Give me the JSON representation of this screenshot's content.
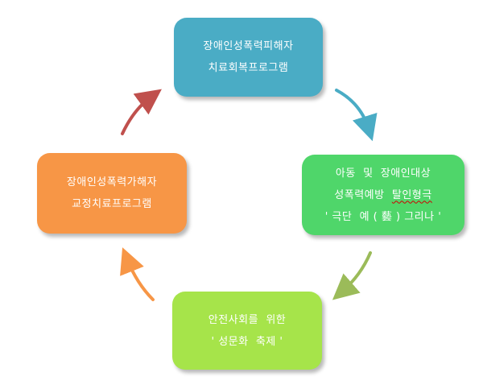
{
  "nodes": {
    "top": {
      "line1": "장애인성폭력피해자",
      "line2": "치료회복프로그램"
    },
    "right": {
      "line1": "아동  및  장애인대상",
      "line2a": "성폭력예방  ",
      "line2b": "탈인형극",
      "line3": "' 극단  예 ( 藝 ) 그리나 '"
    },
    "bottom": {
      "line1": "안전사회를  위한",
      "line2": "' 성문화  축제 '"
    },
    "left": {
      "line1": "장애인성폭력가해자",
      "line2": "교정치료프로그램"
    }
  },
  "colors": {
    "top": "#4aacc5",
    "right": "#4fd66a",
    "bottom": "#a6e44a",
    "left": "#f79646",
    "arrow_top_right": "#4aacc5",
    "arrow_right_bottom": "#9bbb59",
    "arrow_bottom_left": "#f79646",
    "arrow_left_top": "#c0504d"
  },
  "arrow_icons": [
    "arrow-top-to-right-icon",
    "arrow-right-to-bottom-icon",
    "arrow-bottom-to-left-icon",
    "arrow-left-to-top-icon"
  ]
}
